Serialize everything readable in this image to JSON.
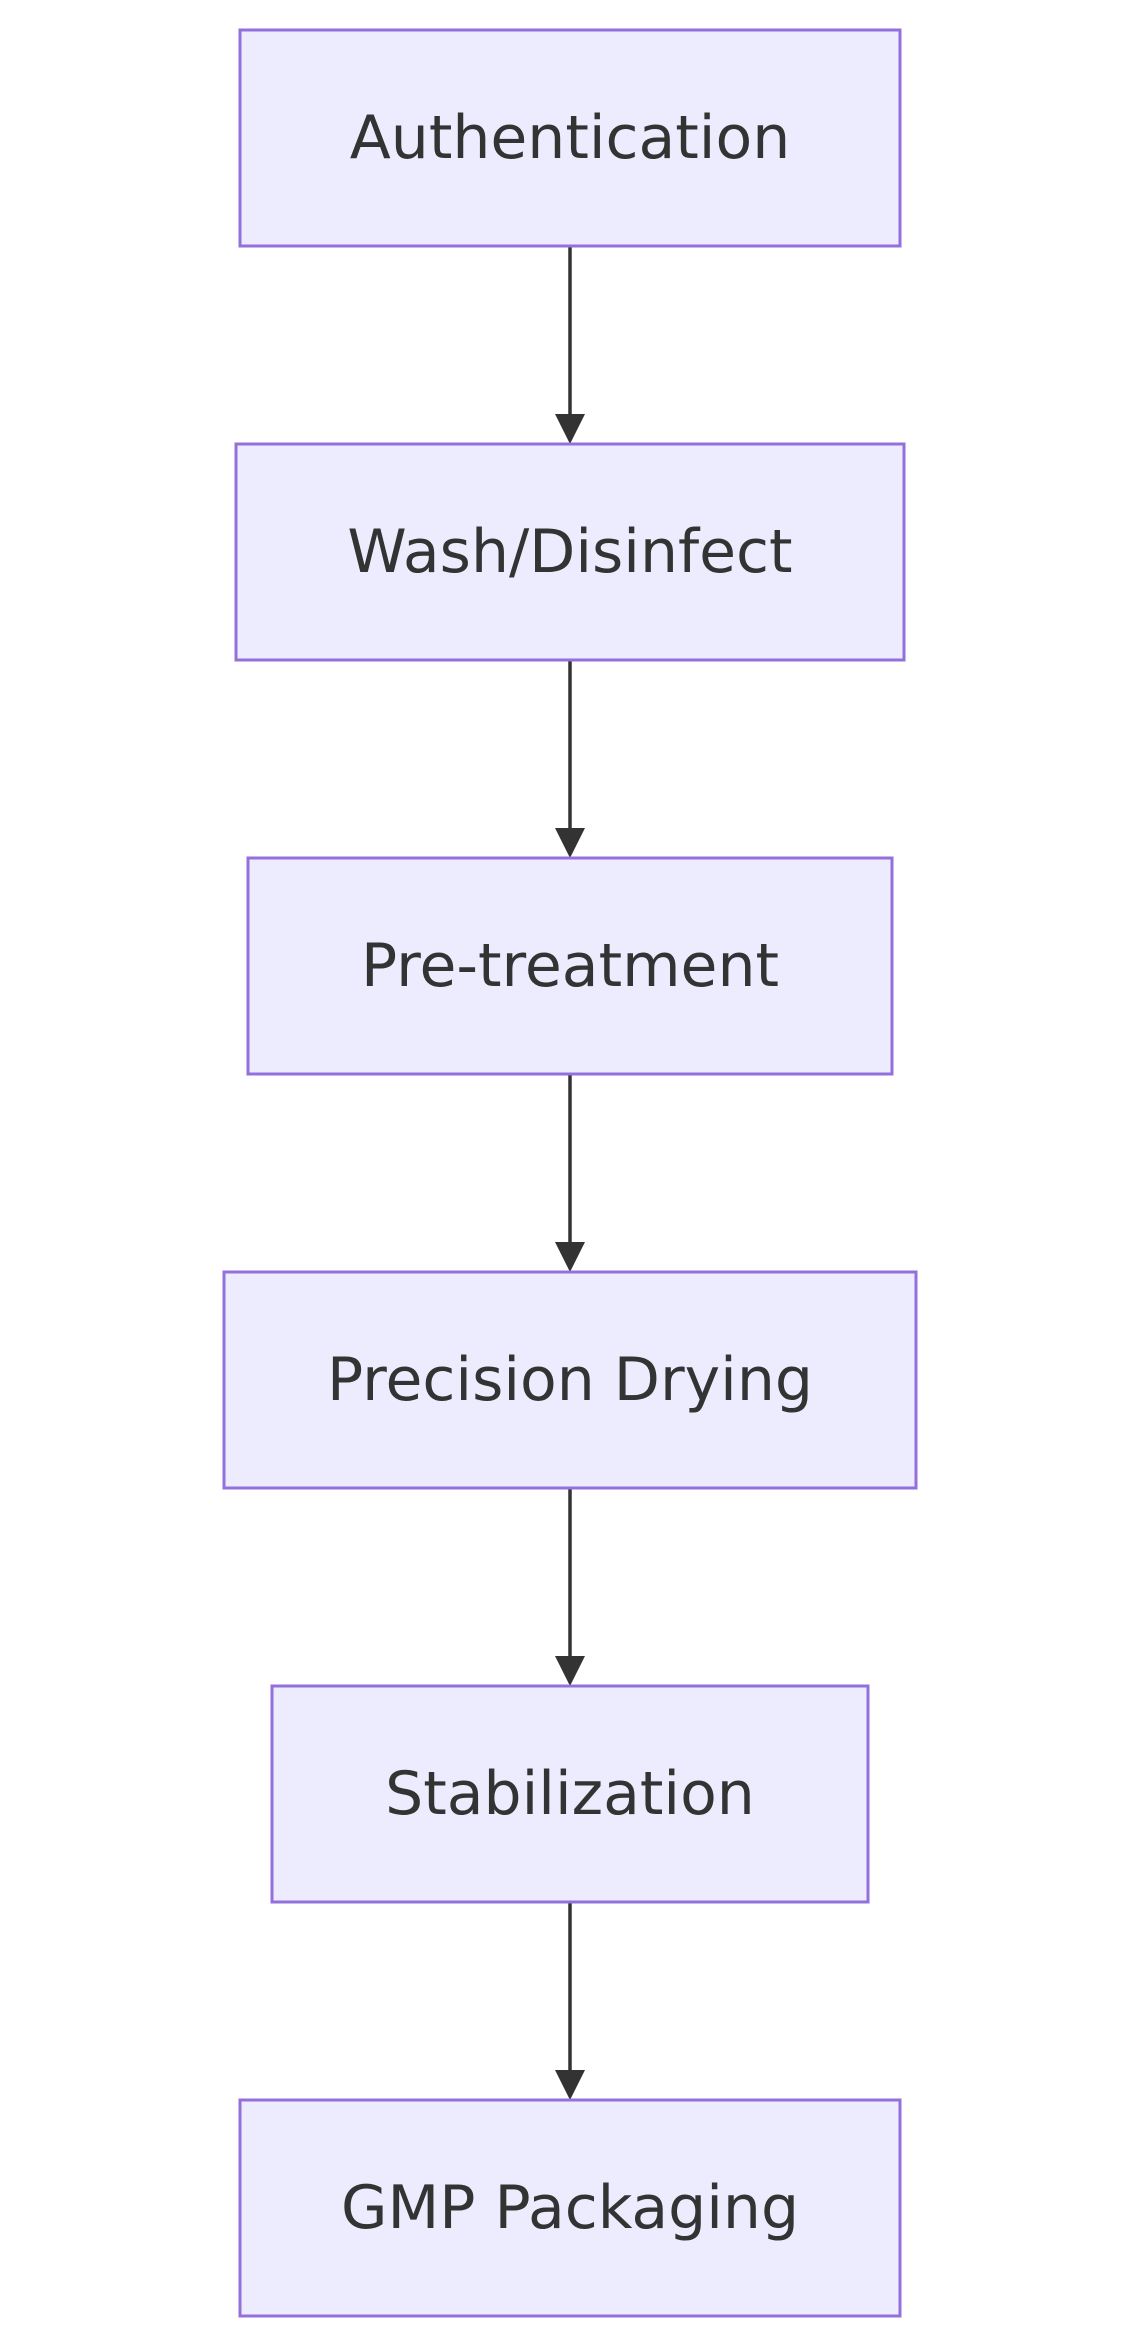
{
  "diagram": {
    "type": "flowchart",
    "direction": "top-to-bottom",
    "colors": {
      "node_fill": "#ececfe",
      "node_border": "#9370db",
      "text": "#333333",
      "edge": "#333333",
      "background": "#ffffff"
    },
    "nodes": [
      {
        "id": "n1",
        "label": "Authentication"
      },
      {
        "id": "n2",
        "label": "Wash/Disinfect"
      },
      {
        "id": "n3",
        "label": "Pre-treatment"
      },
      {
        "id": "n4",
        "label": "Precision Drying"
      },
      {
        "id": "n5",
        "label": "Stabilization"
      },
      {
        "id": "n6",
        "label": "GMP Packaging"
      }
    ],
    "edges": [
      {
        "from": "n1",
        "to": "n2"
      },
      {
        "from": "n2",
        "to": "n3"
      },
      {
        "from": "n3",
        "to": "n4"
      },
      {
        "from": "n4",
        "to": "n5"
      },
      {
        "from": "n5",
        "to": "n6"
      }
    ]
  }
}
